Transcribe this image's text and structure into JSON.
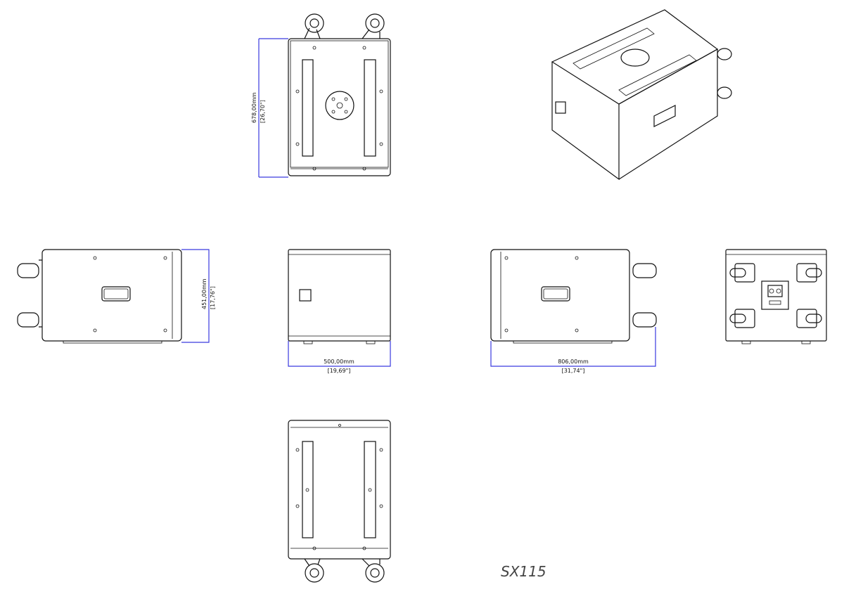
{
  "title": "SX115",
  "dimensions": {
    "depth": {
      "mm": "678,00mm",
      "inch": "[26,70\"]"
    },
    "height": {
      "mm": "451,00mm",
      "inch": "[17,76\"]"
    },
    "width": {
      "mm": "500,00mm",
      "inch": "[19,69\"]"
    },
    "length": {
      "mm": "806,00mm",
      "inch": "[31,74\"]"
    }
  },
  "colors": {
    "dimension_line": "#3a3adf",
    "drawing": "#111111"
  }
}
